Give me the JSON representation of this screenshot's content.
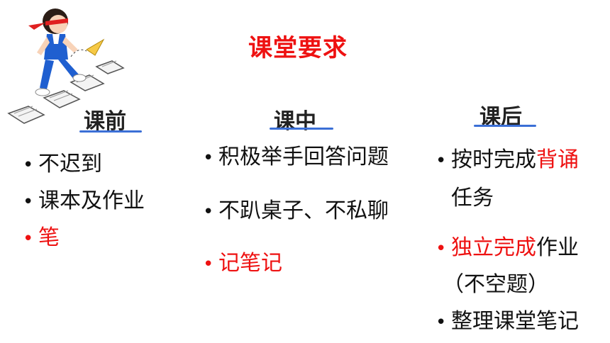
{
  "title": "课堂要求",
  "colors": {
    "accent": "#ee1111",
    "underline": "#3b6fd6"
  },
  "columns": [
    {
      "heading": "课前",
      "items": [
        {
          "parts": [
            {
              "text": "不迟到"
            }
          ]
        },
        {
          "parts": [
            {
              "text": "课本及作业"
            }
          ]
        },
        {
          "bullet_red": true,
          "parts": [
            {
              "text": "笔",
              "red": true
            }
          ]
        }
      ]
    },
    {
      "heading": "课中",
      "items": [
        {
          "parts": [
            {
              "text": "积极举手回答问题"
            }
          ]
        },
        {
          "parts": [
            {
              "text": "不趴桌子、不私聊"
            }
          ]
        },
        {
          "bullet_red": true,
          "parts": [
            {
              "text": "记笔记",
              "red": true
            }
          ]
        }
      ]
    },
    {
      "heading": "课后",
      "items": [
        {
          "parts": [
            {
              "text": "按时完成"
            },
            {
              "text": "背诵",
              "red": true
            }
          ]
        },
        {
          "continuation": true,
          "parts": [
            {
              "text": "任务"
            }
          ]
        },
        {
          "bullet_red": true,
          "parts": [
            {
              "text": "独立完成",
              "red": true
            },
            {
              "text": "作业"
            }
          ]
        },
        {
          "continuation": true,
          "parts": [
            {
              "text": "（不空题）"
            }
          ]
        },
        {
          "parts": [
            {
              "text": "整理课堂笔记"
            }
          ]
        }
      ]
    }
  ]
}
